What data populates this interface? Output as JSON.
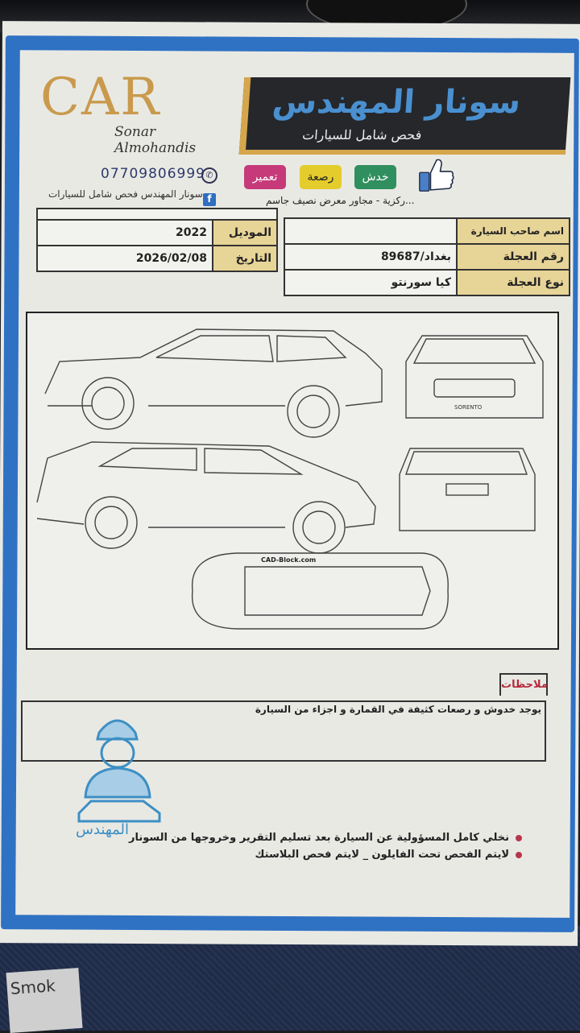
{
  "brand": {
    "logo_text": "CAR",
    "logo_subtitle": "Sonar Almohandis",
    "banner_title": "سونار المهندس",
    "banner_subtitle": "فحص شامل للسيارات",
    "phone": "07709806999",
    "facebook_page": "سونار المهندس فحص شامل للسيارات",
    "address": "...ركزية - مجاور معرض نصيف جاسم"
  },
  "legend_tags": [
    {
      "label": "تعمير",
      "color": "#c63a7a"
    },
    {
      "label": "رصعة",
      "color": "#e4cc2c"
    },
    {
      "label": "خدش",
      "color": "#2f8f5e"
    }
  ],
  "info_left": [
    {
      "label": "الموديل",
      "value": "2022"
    },
    {
      "label": "التاريخ",
      "value": "2026/02/08"
    }
  ],
  "info_right": [
    {
      "label": "اسم صاحب السيارة",
      "value": ""
    },
    {
      "label": "رقم العجلة",
      "value": "بغداد/89687"
    },
    {
      "label": "نوع العجلة",
      "value": "كيا سورنتو"
    }
  ],
  "diagram": {
    "watermark": "CAD-Block.com",
    "model_badge": "SORENTO"
  },
  "notes": {
    "heading": "ملاحظات",
    "text": "يوجد خدوش و رصعات كثيفة في القمارة و اجزاء من السيارة"
  },
  "stamp_text": "المهندس",
  "rules": [
    "نخلي كامل المسؤولية عن السيارة بعد تسليم التقرير وخروجها من السونار",
    "لايتم الفحص تحت الفايلون _ لايتم فحص البلاستك"
  ],
  "background_sign": "Smok",
  "colors": {
    "frame_blue": "#2f72c4",
    "label_gold": "#e7d497",
    "thumb_blue": "#4a7fc8"
  }
}
